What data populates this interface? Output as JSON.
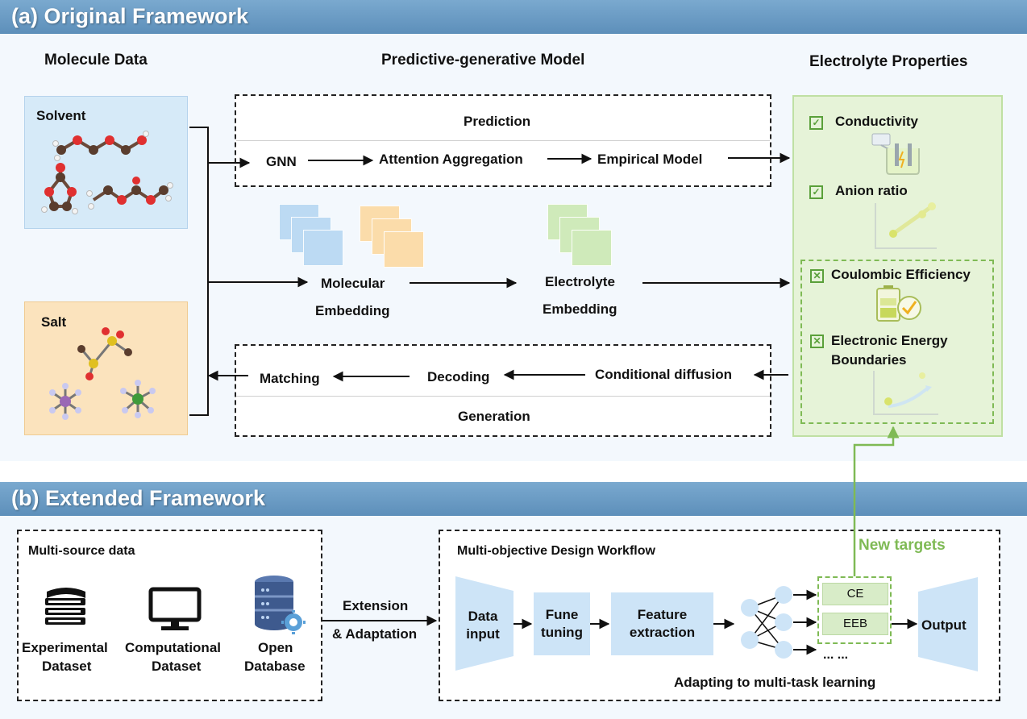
{
  "panel_a": {
    "title": "(a) Original Framework",
    "col_molecule": "Molecule Data",
    "col_model": "Predictive-generative Model",
    "col_props": "Electrolyte Properties",
    "solvent": "Solvent",
    "salt": "Salt",
    "prediction": {
      "title": "Prediction",
      "steps": [
        "GNN",
        "Attention Aggregation",
        "Empirical Model"
      ]
    },
    "molecular_embedding": [
      "Molecular",
      "Embedding"
    ],
    "electrolyte_embedding": [
      "Electrolyte",
      "Embedding"
    ],
    "generation": {
      "title": "Generation",
      "steps": [
        "Matching",
        "Decoding",
        "Conditional diffusion"
      ]
    },
    "properties": {
      "conductivity": "Conductivity",
      "anion_ratio": "Anion ratio",
      "ce": "Coulombic Efficiency",
      "eeb_line1": "Electronic Energy",
      "eeb_line2": "Boundaries"
    }
  },
  "panel_b": {
    "title": "(b) Extended Framework",
    "multi_source": "Multi-source data",
    "datasets": [
      {
        "line1": "Experimental",
        "line2": "Dataset",
        "icon": "books-icon"
      },
      {
        "line1": "Computational",
        "line2": "Dataset",
        "icon": "monitor-icon"
      },
      {
        "line1": "Open",
        "line2": "Database",
        "icon": "database-icon"
      }
    ],
    "extension_line1": "Extension",
    "extension_line2": "& Adaptation",
    "workflow_title": "Multi-objective Design Workflow",
    "data_input": [
      "Data",
      "input"
    ],
    "fune_tuning": [
      "Fune",
      "tuning"
    ],
    "feature_extraction": [
      "Feature",
      "extraction"
    ],
    "targets": [
      "CE",
      "EEB",
      "... ..."
    ],
    "output": "Output",
    "new_targets": "New targets",
    "caption": "Adapting to multi-task learning"
  },
  "colors": {
    "header_bar": "#6b9cc4",
    "solvent_bg": "#d6eaf8",
    "salt_bg": "#fbe3bd",
    "properties_bg": "#e6f3d8",
    "green_accent": "#7fba55",
    "block_blue": "#cde4f7"
  }
}
